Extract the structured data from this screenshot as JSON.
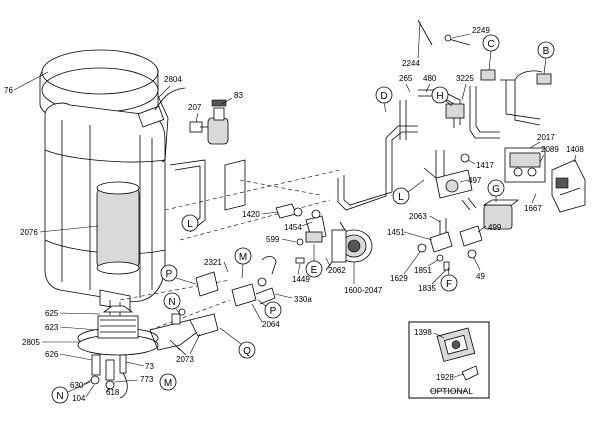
{
  "parts": {
    "p76": "76",
    "p2804": "2804",
    "p207": "207",
    "p83": "83",
    "p2076": "2076",
    "p2244": "2244",
    "p2249": "2249",
    "p265": "265",
    "p480": "480",
    "p3225": "3225",
    "p2017": "2017",
    "p2089": "2089",
    "p1408": "1408",
    "p1417": "1417",
    "p497": "497",
    "p1667": "1667",
    "p1420": "1420",
    "p1454": "1454",
    "p599": "599",
    "p2321": "2321",
    "p1449": "1449",
    "p2062": "2062",
    "p1600": "1600-2047",
    "p330a": "330a",
    "p2064": "2064",
    "p2063": "2063",
    "p1451": "1451",
    "p499": "499",
    "p1629": "1629",
    "p1851": "1851",
    "p1835": "1835",
    "p49": "49",
    "p625": "625",
    "p623": "623",
    "p2805": "2805",
    "p626": "626",
    "p73": "73",
    "p2073": "2073",
    "p630": "630",
    "p773": "773",
    "p104": "104",
    "p618": "618",
    "p1398": "1398",
    "p1928": "1928"
  },
  "callouts": {
    "c1": "C",
    "c2": "B",
    "c3": "D",
    "c4": "H",
    "c5": "L",
    "c6": "G",
    "c7": "L",
    "c8": "M",
    "c9": "P",
    "c10": "E",
    "c11": "N",
    "c12": "P",
    "c13": "F",
    "c14": "Q",
    "c15": "M",
    "c16": "N"
  },
  "optional": {
    "label": "OPTIONAL"
  }
}
